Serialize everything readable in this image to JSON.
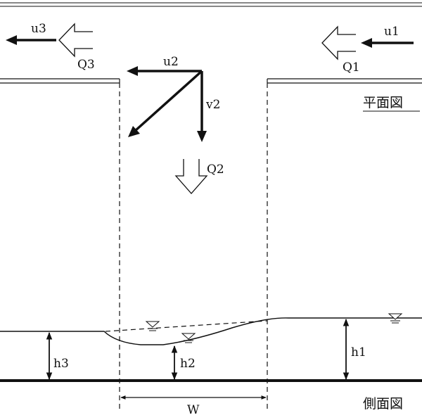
{
  "flows": {
    "u3": "u3",
    "q3": "Q3",
    "u1": "u1",
    "q1": "Q1",
    "u2": "u2",
    "v2": "v2",
    "q2": "Q2"
  },
  "depths": {
    "h1": "h1",
    "h2": "h2",
    "h3": "h3"
  },
  "width_label": "W",
  "views": {
    "plan": "平面図",
    "side": "側面図"
  },
  "colors": {
    "ink": "#111111",
    "background": "#ffffff"
  }
}
